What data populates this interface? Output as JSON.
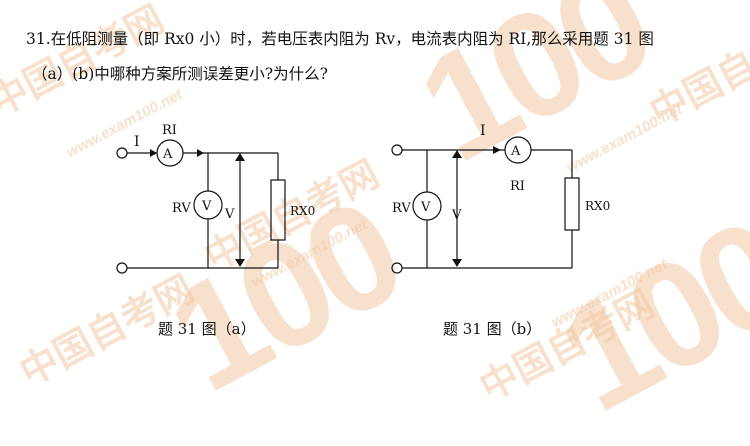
{
  "question": {
    "line1": "31.在低阻测量（即 Rx0 小）时，若电压表内阻为 Rv，电流表内阻为 RI,那么采用题 31 图",
    "line2": "（a）(b)中哪种方案所测误差更小?为什么?"
  },
  "figure_a": {
    "caption": "题 31 图（a）",
    "label_current": "I",
    "label_ri": "RI",
    "label_ammeter": "A",
    "label_rv": "RV",
    "label_voltmeter": "V",
    "label_voltage": "V",
    "label_rx": "RX0"
  },
  "figure_b": {
    "caption": "题 31 图（b）",
    "label_current": "I",
    "label_ammeter": "A",
    "label_ri": "RI",
    "label_rv": "RV",
    "label_voltmeter": "V",
    "label_voltage": "V",
    "label_rx": "RX0"
  },
  "watermark": {
    "big": "100",
    "site": "中国自考网",
    "url": "www.exam100.net"
  },
  "colors": {
    "watermark": "#f2c9a6",
    "ink": "#111111"
  }
}
